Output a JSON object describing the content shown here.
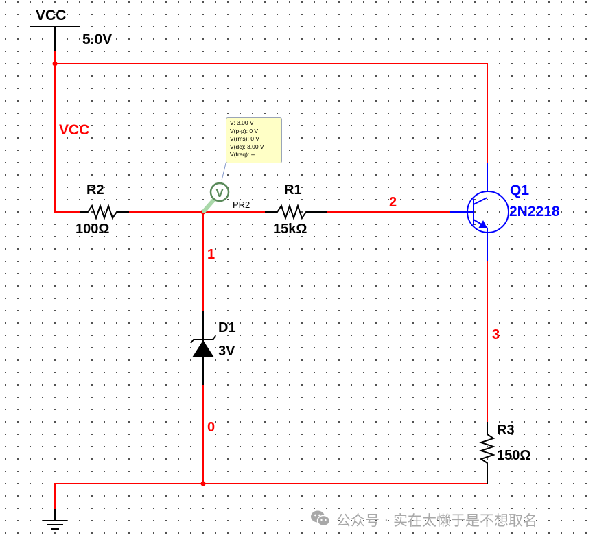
{
  "schematic": {
    "power": {
      "name": "VCC",
      "voltage": "5.0V"
    },
    "ground": {
      "name": "ground"
    },
    "nets": {
      "vcc": "VCC",
      "n1": "1",
      "n2": "2",
      "n3": "3",
      "n0": "0"
    },
    "components": {
      "r2": {
        "ref": "R2",
        "value": "100Ω"
      },
      "r1": {
        "ref": "R1",
        "value": "15kΩ"
      },
      "r3": {
        "ref": "R3",
        "value": "150Ω"
      },
      "d1": {
        "ref": "D1",
        "value": "3V"
      },
      "q1": {
        "ref": "Q1",
        "value": "2N2218"
      }
    },
    "probe": {
      "name": "PR2",
      "symbol": "V",
      "readings": [
        "V: 3.00 V",
        "V(p-p): 0 V",
        "V(rms): 0 V",
        "V(dc): 3.00 V",
        "V(freq): --"
      ]
    },
    "colors": {
      "wire": "#ff0000",
      "component": "#000000",
      "transistor": "#0000ff",
      "probe": "#5a8a5a",
      "tooltip_bg": "#ffffc6"
    }
  },
  "watermark": {
    "icon": "wechat-icon",
    "text": "公众号 · 实在太懒于是不想取名"
  }
}
